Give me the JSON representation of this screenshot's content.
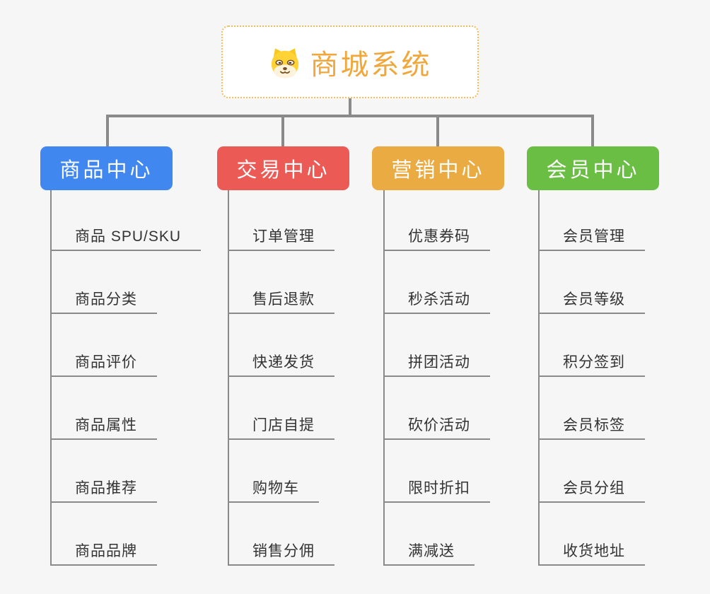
{
  "page": {
    "background": "#f6f6f6",
    "connector_color": "#8a8a8a"
  },
  "root": {
    "title": "商城系统",
    "icon": "dog-face-icon",
    "accent_color": "#f0a73c",
    "border_color": "#f7ba5c"
  },
  "branches": [
    {
      "label": "商品中心",
      "color": "#4187f0",
      "items": [
        "商品 SPU/SKU",
        "商品分类",
        "商品评价",
        "商品属性",
        "商品推荐",
        "商品品牌"
      ]
    },
    {
      "label": "交易中心",
      "color": "#ec5a56",
      "items": [
        "订单管理",
        "售后退款",
        "快递发货",
        "门店自提",
        "购物车",
        "销售分佣"
      ]
    },
    {
      "label": "营销中心",
      "color": "#ebab43",
      "items": [
        "优惠券码",
        "秒杀活动",
        "拼团活动",
        "砍价活动",
        "限时折扣",
        "满减送"
      ]
    },
    {
      "label": "会员中心",
      "color": "#6bbe44",
      "items": [
        "会员管理",
        "会员等级",
        "积分签到",
        "会员标签",
        "会员分组",
        "收货地址"
      ]
    }
  ]
}
